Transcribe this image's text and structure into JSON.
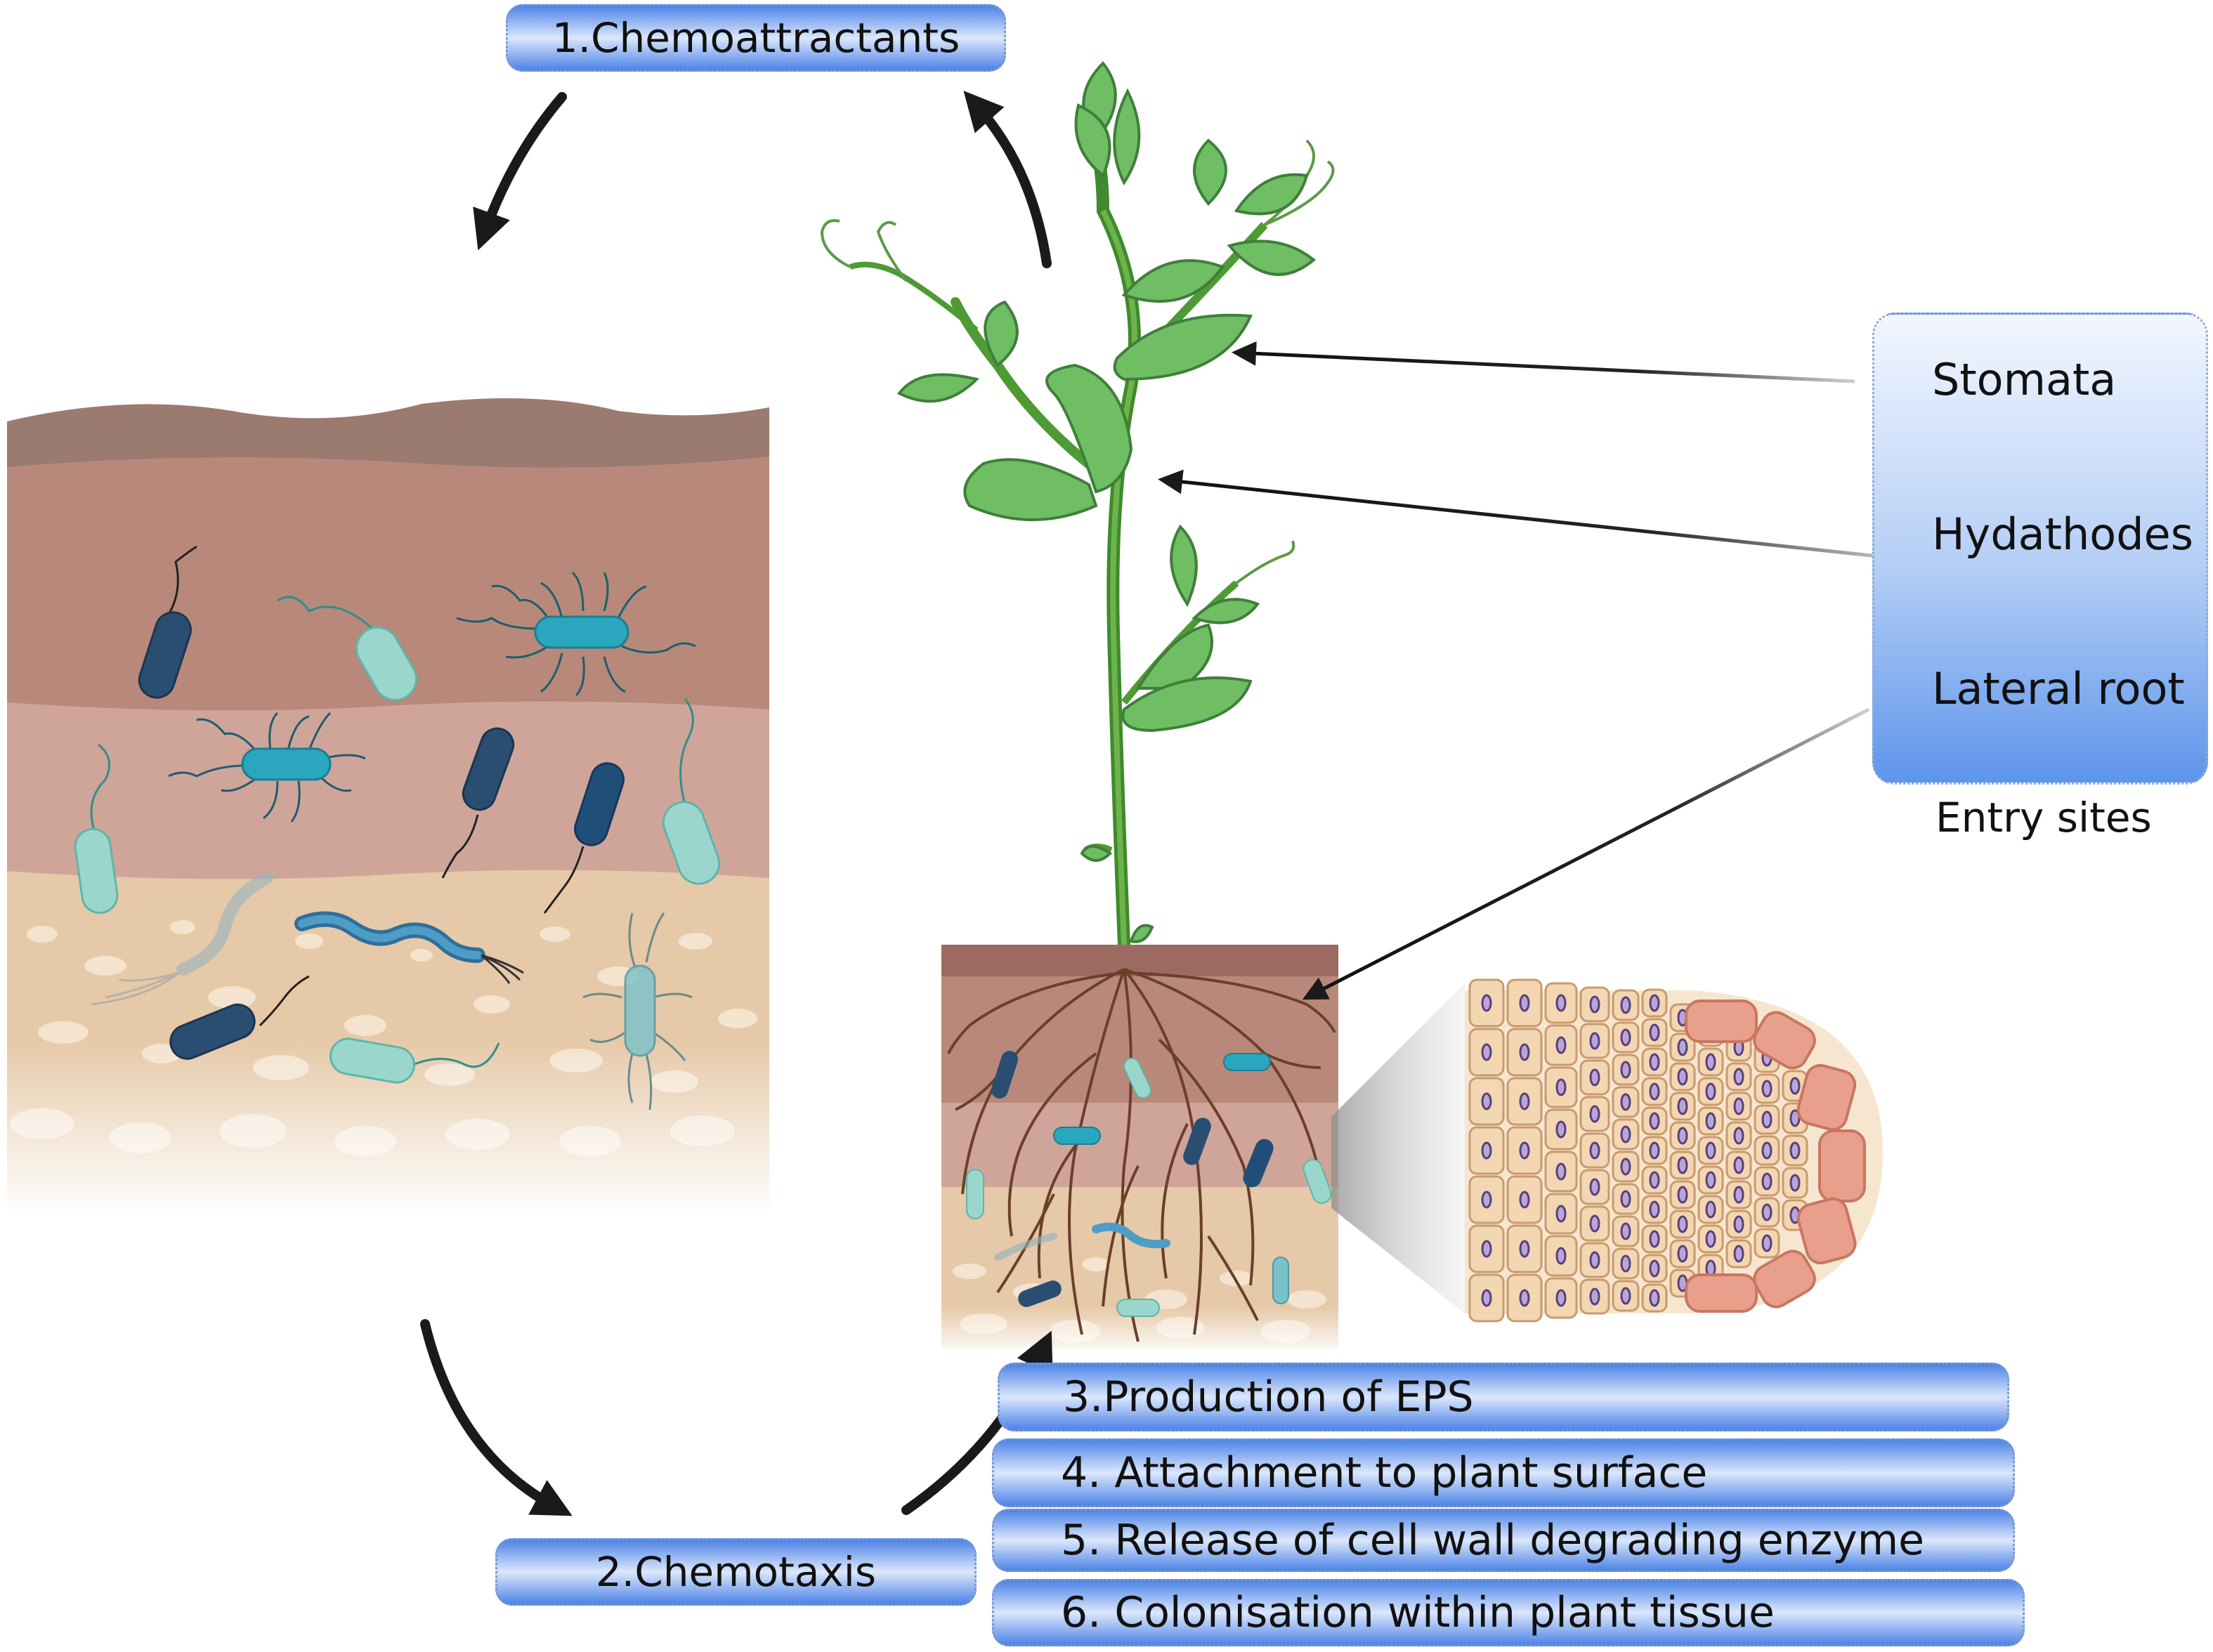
{
  "steps": {
    "s1": "1.Chemoattractants",
    "s2": "2.Chemotaxis",
    "s3": "3.Production of EPS",
    "s4": "4. Attachment to plant surface",
    "s5": "5. Release of cell wall degrading enzyme",
    "s6": "6. Colonisation within plant tissue"
  },
  "entry_sites": {
    "items": [
      "Stomata",
      "Hydathodes",
      "Lateral root"
    ],
    "caption": "Entry sites"
  },
  "colors": {
    "pill_blue": "#4f85e8",
    "arrow": "#1a1a1a",
    "soil_dark": "#9b7a70",
    "soil_mid": "#b8897a",
    "soil_pink": "#cfa59a",
    "soil_sand": "#e6c9a8",
    "leaf_green": "#6fbe64",
    "stem_green": "#4e9a34",
    "bacteria_navy": "#2a4e72",
    "bacteria_teal": "#2aa7bf",
    "bacteria_mint": "#9ad6cc",
    "cell_fill": "#f3d7b2",
    "cap_cell": "#e8a08c"
  }
}
